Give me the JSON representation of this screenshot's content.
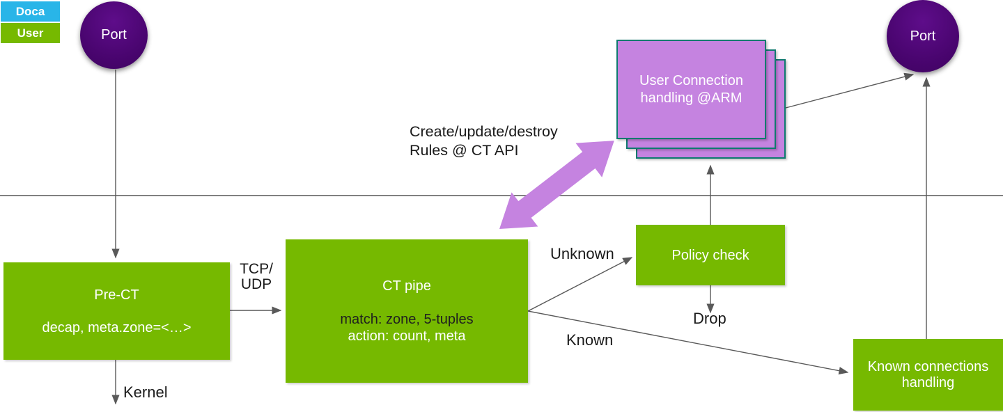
{
  "legend": {
    "items": [
      {
        "label": "Doca",
        "color": "#29B5E8"
      },
      {
        "label": "User",
        "color": "#76B900"
      }
    ]
  },
  "ports": {
    "left": "Port",
    "right": "Port"
  },
  "nodes": {
    "pre_ct": {
      "title": "Pre-CT",
      "detail": "decap, meta.zone=<…>"
    },
    "ct_pipe": {
      "title": "CT pipe",
      "match": "match: zone, 5-tuples",
      "action": "action: count, meta"
    },
    "policy_check": {
      "title": "Policy check"
    },
    "known_connections": {
      "title": "Known connections\nhandling"
    },
    "user_connection": {
      "title": "User Connection\nhandling @ARM"
    }
  },
  "edge_labels": {
    "create_rules": "Create/update/destroy\nRules @ CT API",
    "tcp_udp": "TCP/\nUDP",
    "unknown": "Unknown",
    "known": "Known",
    "drop": "Drop",
    "kernel": "Kernel"
  },
  "colors": {
    "nvidia_green": "#76B900",
    "doca_cyan": "#29B5E8",
    "port_purple": "#4A0570",
    "card_lilac": "#C583E0",
    "card_border_teal": "#0F7A6F",
    "arrow_gray": "#595959",
    "divider_gray": "#808080",
    "text_black": "#1A1A1A"
  }
}
